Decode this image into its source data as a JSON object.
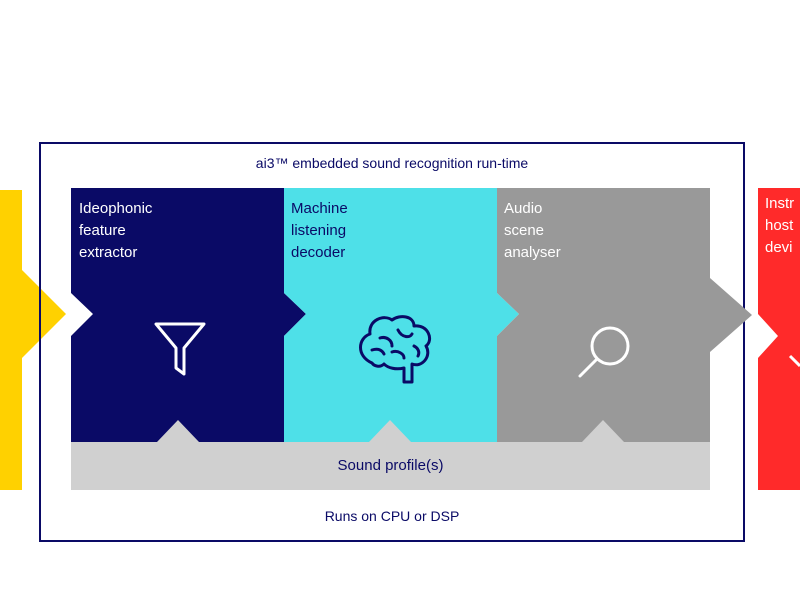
{
  "diagram": {
    "title": "ai3™ embedded sound recognition run-time",
    "footer": "Runs on CPU or DSP",
    "profile_label": "Sound profile(s)",
    "stages": [
      {
        "label": "Ideophonic\nfeature\nextractor",
        "color": "#0a0a66",
        "icon": "funnel-icon"
      },
      {
        "label": "Machine\nlistening\ndecoder",
        "color": "#4ee0e8",
        "icon": "brain-icon"
      },
      {
        "label": "Audio\nscene\nanalyser",
        "color": "#999999",
        "icon": "magnifier-icon"
      }
    ],
    "output_label": "Instr\nhost\ndevi",
    "colors": {
      "input": "#ffd100",
      "output": "#ff2a2a",
      "frame": "#0a0a66",
      "profile_bar": "#d0d0d0"
    }
  }
}
